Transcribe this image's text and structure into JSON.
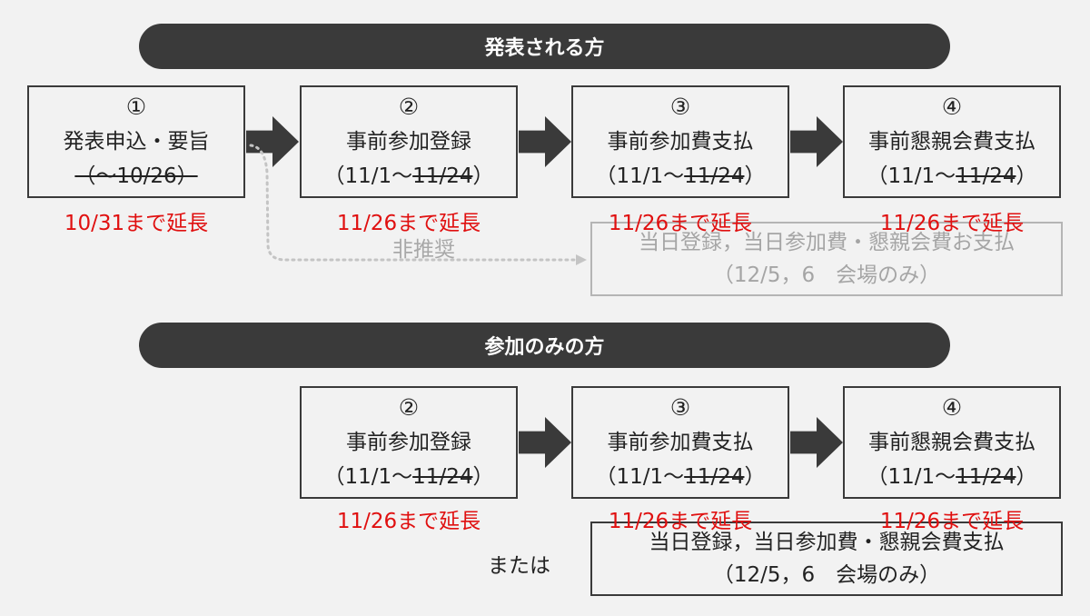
{
  "sections": {
    "presenter": {
      "title": "発表される方",
      "steps": [
        {
          "num": "①",
          "name": "発表申込・要旨",
          "period": "（〜10/26）",
          "extension": "10/31まで延長"
        },
        {
          "num": "②",
          "name": "事前参加登録",
          "period_start": "（11/1〜",
          "period_end": "11/24",
          "period_close": "）",
          "extension": "11/26まで延長"
        },
        {
          "num": "③",
          "name": "事前参加費支払",
          "period_start": "（11/1〜",
          "period_end": "11/24",
          "period_close": "）",
          "extension": "11/26まで延長"
        },
        {
          "num": "④",
          "name": "事前懇親会費支払",
          "period_start": "（11/1〜",
          "period_end": "11/24",
          "period_close": "）",
          "extension": "11/26まで延長"
        }
      ],
      "not_recommended_label": "非推奨",
      "same_day": {
        "line1": "当日登録，当日参加費・懇親会費お支払",
        "line2": "（12/5，6　会場のみ）"
      }
    },
    "participant": {
      "title": "参加のみの方",
      "steps": [
        {
          "num": "②",
          "name": "事前参加登録",
          "period_start": "（11/1〜",
          "period_end": "11/24",
          "period_close": "）",
          "extension": "11/26まで延長"
        },
        {
          "num": "③",
          "name": "事前参加費支払",
          "period_start": "（11/1〜",
          "period_end": "11/24",
          "period_close": "）",
          "extension": "11/26まで延長"
        },
        {
          "num": "④",
          "name": "事前懇親会費支払",
          "period_start": "（11/1〜",
          "period_end": "11/24",
          "period_close": "）",
          "extension": "11/26まで延長"
        }
      ],
      "or_label": "または",
      "same_day": {
        "line1": "当日登録，当日参加費・懇親会費支払",
        "line2": "（12/5，6　会場のみ）"
      }
    }
  },
  "colors": {
    "banner": "#3a3a3a",
    "extension": "#e01010",
    "muted": "#a8a8a8"
  }
}
